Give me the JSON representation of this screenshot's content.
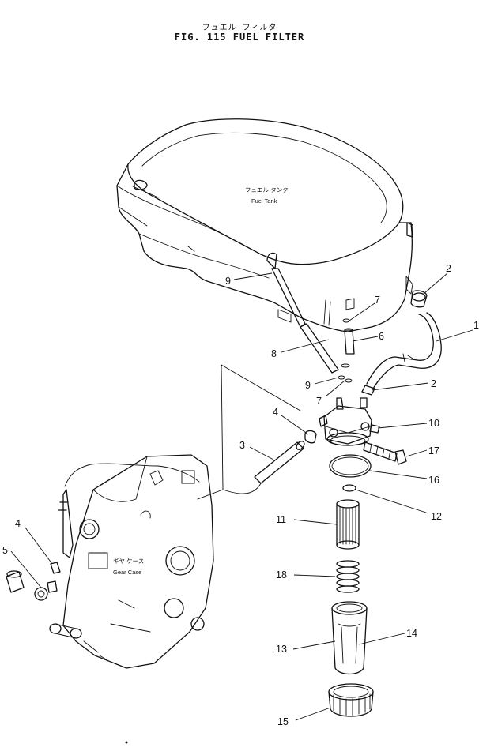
{
  "figure": {
    "title_jp": "フュエル フィルタ",
    "title": "FIG. 115  FUEL FILTER"
  },
  "labels": {
    "fuel_tank_jp": "フュエル タンク",
    "fuel_tank": "Fuel Tank",
    "gear_case_jp": "ギヤ ケース",
    "gear_case": "Gear Case"
  },
  "callouts": [
    {
      "part": "hose",
      "number": "1"
    },
    {
      "part": "clamp-top",
      "number": "2"
    },
    {
      "part": "clamp-lower",
      "number": "2"
    },
    {
      "part": "fuel-pipe",
      "number": "3"
    },
    {
      "part": "clamp-pipe",
      "number": "4"
    },
    {
      "part": "clamp-gear-case",
      "number": "4"
    },
    {
      "part": "joint-bolt",
      "number": "5"
    },
    {
      "part": "short-hose",
      "number": "6"
    },
    {
      "part": "small-clip-top",
      "number": "7"
    },
    {
      "part": "small-clip-lower",
      "number": "7"
    },
    {
      "part": "tank-hose",
      "number": "8"
    },
    {
      "part": "clip-tank",
      "number": "9"
    },
    {
      "part": "clip-lower",
      "number": "9"
    },
    {
      "part": "filter-head",
      "number": "10"
    },
    {
      "part": "element",
      "number": "11"
    },
    {
      "part": "o-ring-small",
      "number": "12"
    },
    {
      "part": "case",
      "number": "13"
    },
    {
      "part": "sight-window",
      "number": "14"
    },
    {
      "part": "ring-nut",
      "number": "15"
    },
    {
      "part": "o-ring-large",
      "number": "16"
    },
    {
      "part": "bolt",
      "number": "17"
    },
    {
      "part": "spring",
      "number": "18"
    }
  ]
}
